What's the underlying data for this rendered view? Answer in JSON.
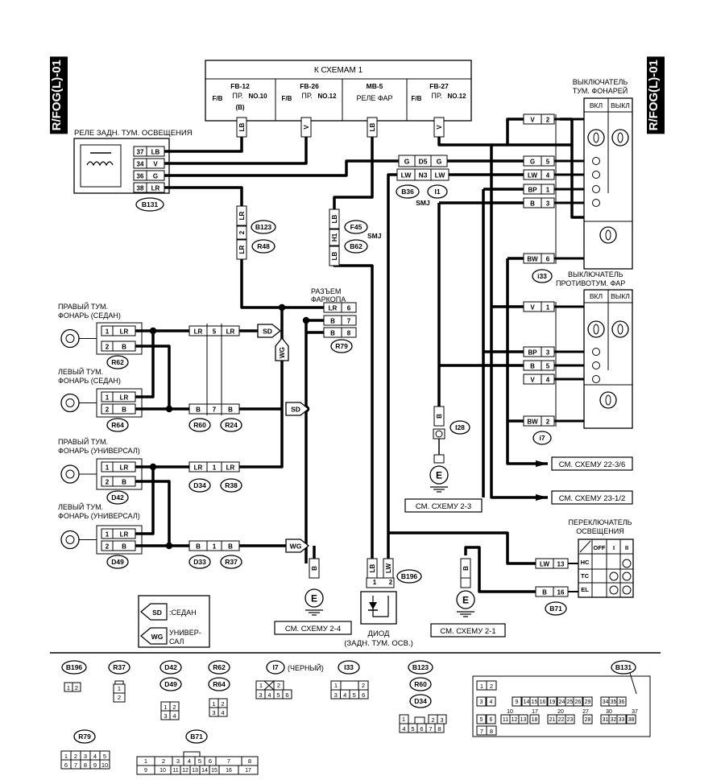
{
  "page_code": "R/FOG(L)-01",
  "top_box": {
    "title": "К СХЕМАМ 1",
    "sections": [
      {
        "code": "FB-12",
        "prefix": "F/B",
        "mid": "ПР.",
        "num": "NO.10",
        "extra": "(B)"
      },
      {
        "code": "FB-26",
        "prefix": "F/B",
        "mid": "ПР.",
        "num": "NO.12",
        "extra": ""
      },
      {
        "code": "MB-5",
        "prefix": "",
        "mid": "РЕЛЕ ФАР",
        "num": "",
        "extra": ""
      },
      {
        "code": "FB-27",
        "prefix": "F/B",
        "mid": "ПР.",
        "num": "NO.12",
        "extra": ""
      }
    ],
    "wires": [
      "LB",
      "V",
      "LB",
      "V"
    ]
  },
  "rear_relay": {
    "label": "РЕЛЕ ЗАДН. ТУМ. ОСВЕЩЕНИЯ",
    "connector": "B131",
    "pins": [
      {
        "num": "37",
        "wire": "LB"
      },
      {
        "num": "34",
        "wire": "V"
      },
      {
        "num": "36",
        "wire": "G"
      },
      {
        "num": "38",
        "wire": "LR"
      }
    ]
  },
  "fog_switch": {
    "label1": "ВЫКЛЮЧАТЕЛЬ",
    "label2": "ТУМ. ФОНАРЕЙ",
    "on": "ВКЛ",
    "off": "ВЫКЛ",
    "connector": "i33",
    "pins": [
      {
        "num": "2",
        "wire": "V"
      },
      {
        "num": "5",
        "wire": "G"
      },
      {
        "num": "4",
        "wire": "LW"
      },
      {
        "num": "1",
        "wire": "BP"
      },
      {
        "num": "3",
        "wire": "B"
      },
      {
        "num": "6",
        "wire": "BW"
      }
    ]
  },
  "front_fog_switch": {
    "label1": "ВЫКЛЮЧАТЕЛЬ",
    "label2": "ПРОТИВОТУМ. ФАР",
    "on": "ВКЛ",
    "off": "ВЫКЛ",
    "connector": "i7",
    "pins": [
      {
        "num": "1",
        "wire": "V"
      },
      {
        "num": "3",
        "wire": "BP"
      },
      {
        "num": "5",
        "wire": "B"
      },
      {
        "num": "4",
        "wire": "V"
      },
      {
        "num": "2",
        "wire": "BW"
      }
    ]
  },
  "smj": {
    "label": "SMJ",
    "d5": "D5",
    "n3": "N3",
    "left": [
      "G",
      "LW"
    ],
    "right": [
      "G",
      "LW"
    ],
    "b36": "B36",
    "i1": "I1"
  },
  "lr_joint": {
    "wire_top": "LR",
    "pin": "2",
    "wire_bottom": "LR",
    "c1": "B123",
    "c2": "R48"
  },
  "lb_joint": {
    "wire_top": "LB",
    "pin": "H1",
    "wire_bottom": "LB",
    "c1": "F45",
    "c2": "B62",
    "label": "SMJ"
  },
  "trailer": {
    "label1": "РАЗЪЕМ",
    "label2": "ФАРКОПА",
    "connector": "R79",
    "pins": [
      {
        "num": "6",
        "wire": "LR"
      },
      {
        "num": "7",
        "wire": "B"
      },
      {
        "num": "8",
        "wire": "B"
      }
    ]
  },
  "lamps": [
    {
      "label1": "ПРАВЫЙ ТУМ.",
      "label2": "ФОНАРЬ (СЕДАН)",
      "conn": "R62",
      "mid_conns": [
        "R60",
        "R24"
      ],
      "mid_wire": "LR",
      "mid_pin": "5"
    },
    {
      "label1": "ЛЕВЫЙ ТУМ.",
      "label2": "ФОНАРЬ (СЕДАН)",
      "conn": "R64",
      "mid_wire": "B",
      "mid_pin": "7"
    },
    {
      "label1": "ПРАВЫЙ ТУМ.",
      "label2": "ФОНАРЬ (УНИВЕРСАЛ)",
      "conn": "D42",
      "mid_conns": [
        "D34",
        "R38"
      ],
      "mid_wire": "LR",
      "mid_pin": "1"
    },
    {
      "label1": "ЛЕВЫЙ ТУМ.",
      "label2": "ФОНАРЬ (УНИВЕРСАЛ)",
      "conn": "D49",
      "mid_conns": [
        "D33",
        "R37"
      ],
      "mid_wire": "B",
      "mid_pin": "1"
    }
  ],
  "lamp_pins": [
    {
      "num": "1",
      "wire": "LR"
    },
    {
      "num": "2",
      "wire": "B"
    }
  ],
  "sd": "SD",
  "wg": "WG",
  "legend": {
    "sd": "SD",
    "sd_text": ":СЕДАН",
    "wg": "WG",
    "wg_text1": "УНИВЕР-",
    "wg_text2": "САЛ"
  },
  "refs": {
    "r22": "СМ. СХЕМУ 22-3/6",
    "r23": "СМ. СХЕМУ 23-1/2",
    "r2_3": "СМ. СХЕМУ 2-3",
    "r2_4": "СМ. СХЕМУ 2-4",
    "r2_1": "СМ. СХЕМУ 2-1"
  },
  "ground_wire": "B",
  "i28": "I28",
  "diode": {
    "label1": "ДИОД",
    "label2": "(ЗАДН. ТУМ. ОСВ.)",
    "conn": "B196",
    "wire1": "LB",
    "wire2": "LW",
    "pin1": "1",
    "pin2": "2"
  },
  "light_switch": {
    "label1": "ПЕРЕКЛЮЧАТЕЛЬ",
    "label2": "ОСВЕЩЕНИЯ",
    "conn": "B71",
    "head": [
      "OFF",
      "I",
      "II"
    ],
    "rows": [
      "HC",
      "TC",
      "EL"
    ],
    "pins": [
      {
        "num": "13",
        "wire": "LW"
      },
      {
        "num": "16",
        "wire": "B"
      }
    ]
  },
  "connector_list": {
    "b196": "B196",
    "b196_pins": [
      "1",
      "2"
    ],
    "r37": "R37",
    "r37_pins": [
      "1",
      "2"
    ],
    "d42": "D42",
    "d49": "D49",
    "d4x_pins": [
      "1",
      "2",
      "3",
      "4"
    ],
    "r62": "R62",
    "r64": "R64",
    "r6x_pins": [
      "1",
      "2",
      "3",
      "4"
    ],
    "i7": "I7",
    "i7_note": "(ЧЕРНЫЙ)",
    "i7_pins": [
      "1",
      "2",
      "3",
      "4",
      "5",
      "6"
    ],
    "i33": "I33",
    "i33_pins": [
      "1",
      "2",
      "3",
      "4",
      "5",
      "6"
    ],
    "b123": "B123",
    "r60": "R60",
    "d34": "D34",
    "b123_pins": [
      "1",
      "2",
      "3",
      "4",
      "5",
      "6",
      "7",
      "8"
    ],
    "b131": "B131",
    "b131_r1": [
      "1",
      "2"
    ],
    "b131_r2": [
      "3",
      "4",
      "9",
      "14",
      "15",
      "16",
      "19",
      "24",
      "25",
      "26",
      "29",
      "34",
      "35",
      "36"
    ],
    "b131_r3": [
      "10",
      "17",
      "20",
      "27",
      "30",
      "37"
    ],
    "b131_r4": [
      "5",
      "6",
      "11",
      "12",
      "13",
      "18",
      "21",
      "22",
      "23",
      "28",
      "31",
      "32",
      "33",
      "38"
    ],
    "b131_r5": [
      "7",
      "8"
    ],
    "r79": "R79",
    "r79_r1": [
      "1",
      "2",
      "3",
      "4",
      "5"
    ],
    "r79_r2": [
      "6",
      "7",
      "8",
      "9",
      "10"
    ],
    "b71": "B71",
    "b71_r1": [
      "1",
      "2",
      "3",
      "4",
      "5",
      "6",
      "7",
      "8"
    ],
    "b71_r2": [
      "9",
      "10",
      "11",
      "12",
      "13",
      "14",
      "15",
      "16",
      "17"
    ]
  }
}
